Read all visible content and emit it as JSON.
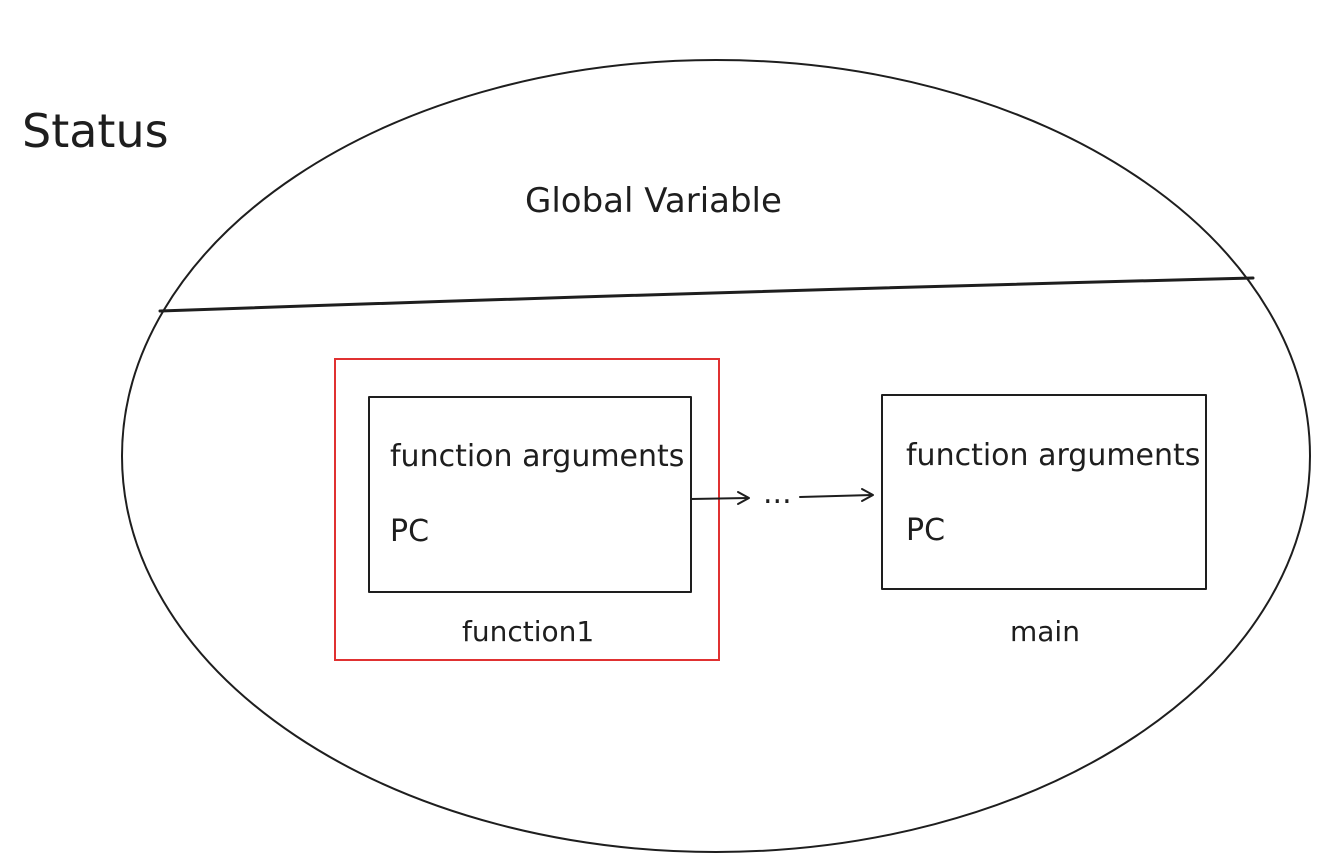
{
  "diagram": {
    "title": "Status",
    "global_section_label": "Global Variable",
    "flow_separator": "...",
    "frames": [
      {
        "id": "function1",
        "name_label": "function1",
        "args_label": "function arguments",
        "pc_label": "PC",
        "highlighted": true
      },
      {
        "id": "main",
        "name_label": "main",
        "args_label": "function arguments",
        "pc_label": "PC",
        "highlighted": false
      }
    ]
  },
  "colors": {
    "ink": "#1e1e1e",
    "highlight": "#e03131",
    "background": "#ffffff"
  }
}
